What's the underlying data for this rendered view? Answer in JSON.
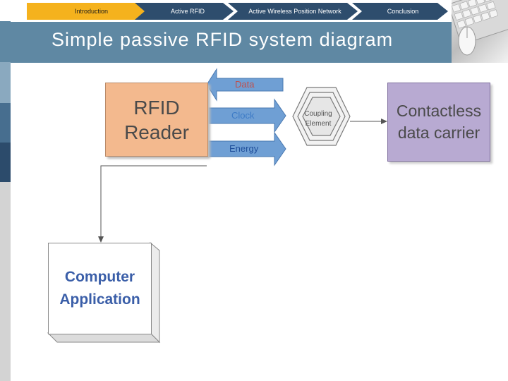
{
  "nav": {
    "items": [
      {
        "label": "Introduction",
        "active": true
      },
      {
        "label": "Active RFID",
        "active": false
      },
      {
        "label": "Active Wireless Position Network",
        "active": false
      },
      {
        "label": "Conclusion",
        "active": false
      }
    ]
  },
  "slide": {
    "title": "Simple passive RFID system diagram"
  },
  "diagram": {
    "reader": {
      "line1": "RFID",
      "line2": "Reader"
    },
    "arrows": {
      "data": "Data",
      "clock": "Clock",
      "energy": "Energy"
    },
    "coupling": {
      "line1": "Coupling",
      "line2": "Element"
    },
    "carrier": {
      "line1": "Contactless",
      "line2": "data carrier"
    },
    "computer": {
      "line1": "Computer",
      "line2": "Application"
    }
  },
  "colors": {
    "accent_band": "#5f88a3",
    "nav_active": "#f5b21d",
    "nav_inactive": "#2e4d6d",
    "reader_fill": "#f3b98e",
    "carrier_fill": "#b8aad2",
    "arrow_fill": "#6f9fd4",
    "data_text": "#c0504d",
    "clock_text": "#3d7bc6",
    "energy_text": "#1f4e9a"
  },
  "icons": {
    "photo": "keyboard-mouse-image"
  }
}
